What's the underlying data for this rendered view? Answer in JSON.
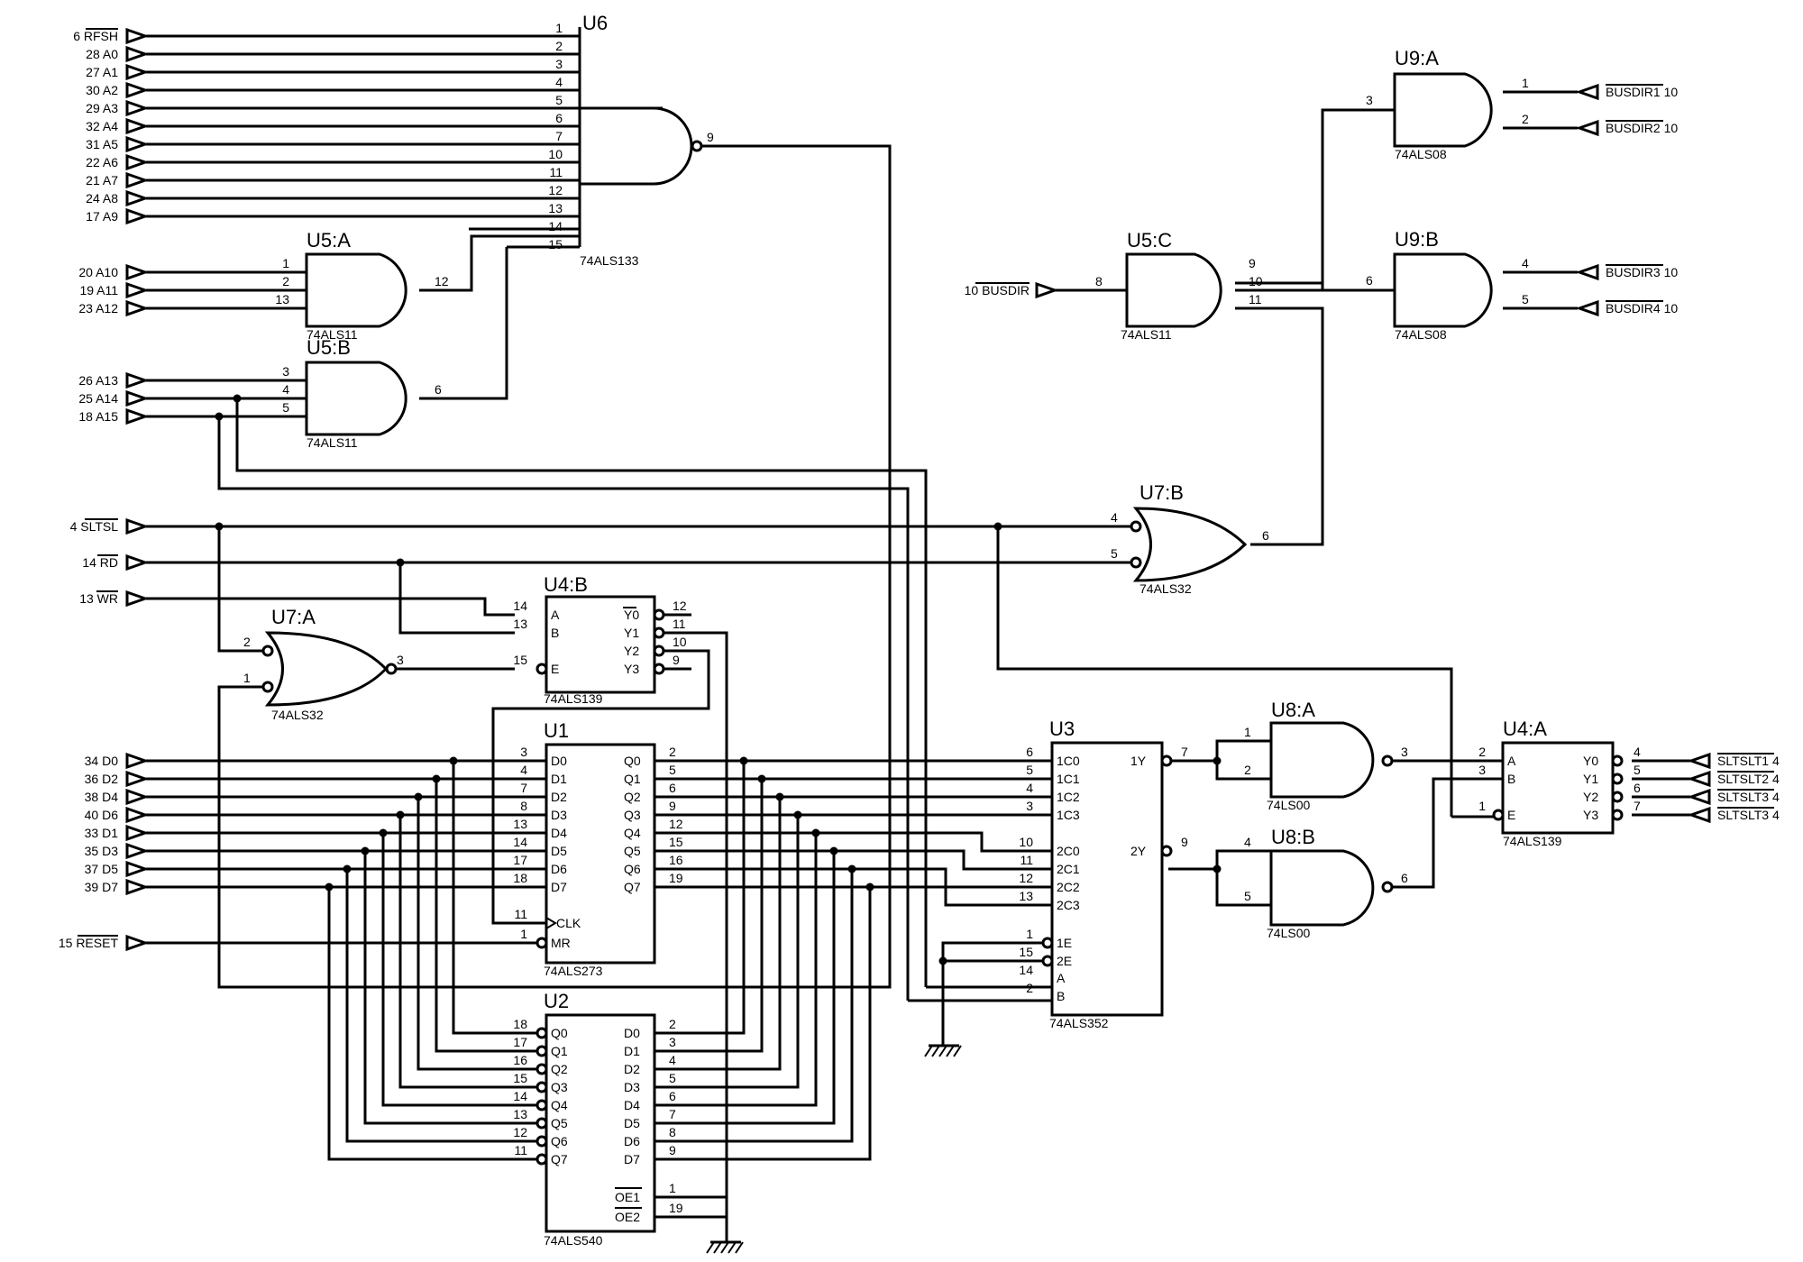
{
  "ports": {
    "left": [
      "6 RFSH",
      "28 A0",
      "27 A1",
      "30 A2",
      "29 A3",
      "32 A4",
      "31 A5",
      "22 A6",
      "21 A7",
      "24 A8",
      "17 A9",
      "20 A10",
      "19 A11",
      "23 A12",
      "26 A13",
      "25 A14",
      "18 A15",
      "4 SLTSL",
      "14 RD",
      "13 WR",
      "34 D0",
      "36 D2",
      "38 D4",
      "40 D6",
      "33 D1",
      "35 D3",
      "37 D5",
      "39 D7",
      "15 RESET",
      "10 BUSDIR"
    ],
    "right": [
      "BUSDIR1 10",
      "BUSDIR2 10",
      "BUSDIR3 10",
      "BUSDIR4 10",
      "SLTSLT1 4",
      "SLTSLT2 4",
      "SLTSLT3 4",
      "SLTSLT3 4"
    ]
  },
  "parts": [
    {
      "ref": "U6",
      "type": "74ALS133",
      "pins": [
        "1",
        "2",
        "3",
        "4",
        "5",
        "6",
        "7",
        "10",
        "11",
        "12",
        "13",
        "14",
        "15",
        "9"
      ]
    },
    {
      "ref": "U5:A",
      "type": "74ALS11",
      "pins": [
        "1",
        "2",
        "13",
        "12"
      ]
    },
    {
      "ref": "U5:B",
      "type": "74ALS11",
      "pins": [
        "3",
        "4",
        "5",
        "6"
      ]
    },
    {
      "ref": "U5:C",
      "type": "74ALS11",
      "pins": [
        "8",
        "9",
        "10",
        "11"
      ]
    },
    {
      "ref": "U9:A",
      "type": "74ALS08",
      "pins": [
        "1",
        "2",
        "3"
      ]
    },
    {
      "ref": "U9:B",
      "type": "74ALS08",
      "pins": [
        "4",
        "5",
        "6"
      ]
    },
    {
      "ref": "U7:A",
      "type": "74ALS32",
      "pins": [
        "1",
        "2",
        "3"
      ]
    },
    {
      "ref": "U7:B",
      "type": "74ALS32",
      "pins": [
        "4",
        "5",
        "6"
      ]
    },
    {
      "ref": "U4:B",
      "type": "74ALS139",
      "inputs": [
        "A",
        "B",
        "E"
      ],
      "outputs": [
        "Y0",
        "Y1",
        "Y2",
        "Y3"
      ],
      "pins": [
        "14",
        "13",
        "15",
        "12",
        "11",
        "10",
        "9"
      ]
    },
    {
      "ref": "U4:A",
      "type": "74ALS139",
      "inputs": [
        "A",
        "B",
        "E"
      ],
      "outputs": [
        "Y0",
        "Y1",
        "Y2",
        "Y3"
      ],
      "pins": [
        "2",
        "3",
        "1",
        "4",
        "5",
        "6",
        "7"
      ]
    },
    {
      "ref": "U1",
      "type": "74ALS273",
      "inputs": [
        "D0",
        "D1",
        "D2",
        "D3",
        "D4",
        "D5",
        "D6",
        "D7",
        "CLK",
        "MR"
      ],
      "outputs": [
        "Q0",
        "Q1",
        "Q2",
        "Q3",
        "Q4",
        "Q5",
        "Q6",
        "Q7"
      ],
      "pins_in": [
        "3",
        "4",
        "7",
        "8",
        "13",
        "14",
        "17",
        "18",
        "11",
        "1"
      ],
      "pins_out": [
        "2",
        "5",
        "6",
        "9",
        "12",
        "15",
        "16",
        "19"
      ]
    },
    {
      "ref": "U2",
      "type": "74ALS540",
      "left": [
        "Q0",
        "Q1",
        "Q2",
        "Q3",
        "Q4",
        "Q5",
        "Q6",
        "Q7"
      ],
      "right": [
        "D0",
        "D1",
        "D2",
        "D3",
        "D4",
        "D5",
        "D6",
        "D7",
        "OE1",
        "OE2"
      ],
      "pins_left": [
        "18",
        "17",
        "16",
        "15",
        "14",
        "13",
        "12",
        "11"
      ],
      "pins_right": [
        "2",
        "3",
        "4",
        "5",
        "6",
        "7",
        "8",
        "9",
        "1",
        "19"
      ]
    },
    {
      "ref": "U3",
      "type": "74ALS352",
      "inputs": [
        "1C0",
        "1C1",
        "1C2",
        "1C3",
        "2C0",
        "2C1",
        "2C2",
        "2C3",
        "1E",
        "2E",
        "A",
        "B"
      ],
      "outputs": [
        "1Y",
        "2Y"
      ],
      "pins_in": [
        "6",
        "5",
        "4",
        "3",
        "10",
        "11",
        "12",
        "13",
        "1",
        "15",
        "14",
        "2"
      ],
      "pins_out": [
        "7",
        "9"
      ]
    },
    {
      "ref": "U8:A",
      "type": "74LS00",
      "pins": [
        "1",
        "2",
        "3"
      ]
    },
    {
      "ref": "U8:B",
      "type": "74LS00",
      "pins": [
        "4",
        "5",
        "6"
      ]
    }
  ]
}
